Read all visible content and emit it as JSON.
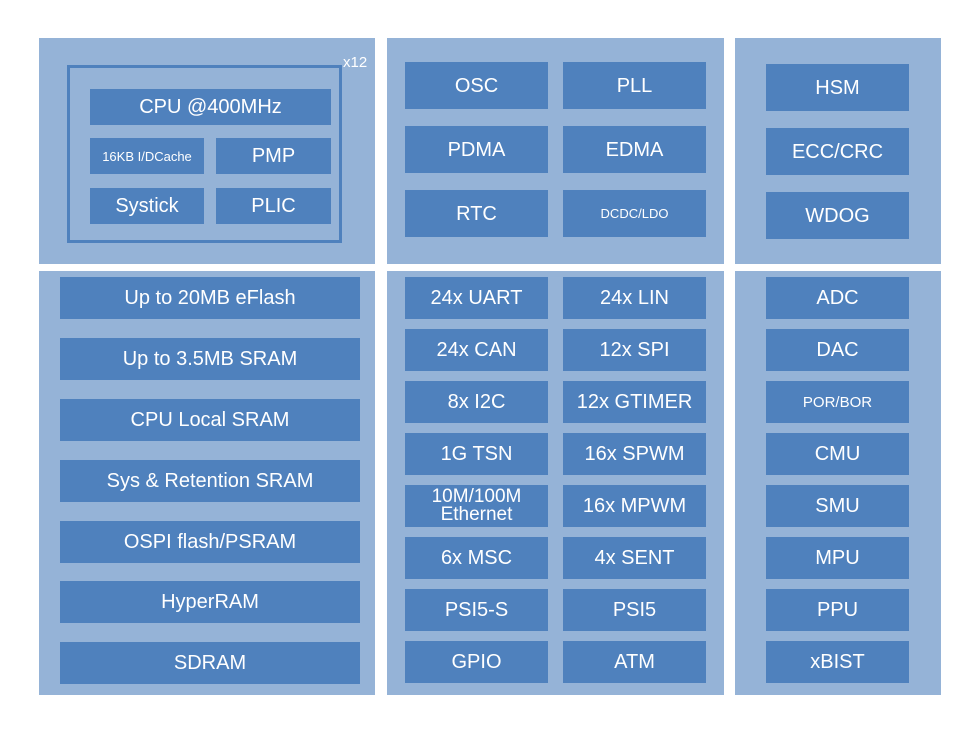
{
  "cpu_cluster": {
    "multiplier": "x12",
    "cpu": "CPU @400MHz",
    "cache": "16KB I/DCache",
    "pmp": "PMP",
    "systick": "Systick",
    "plic": "PLIC"
  },
  "clock_dma": [
    "OSC",
    "PLL",
    "PDMA",
    "EDMA",
    "RTC",
    "DCDC/LDO"
  ],
  "safety": [
    "HSM",
    "ECC/CRC",
    "WDOG"
  ],
  "memory": [
    "Up to 20MB eFlash",
    "Up to 3.5MB SRAM",
    "CPU Local SRAM",
    "Sys & Retention SRAM",
    "OSPI flash/PSRAM",
    "HyperRAM",
    "SDRAM"
  ],
  "peripherals": [
    "24x UART",
    "24x LIN",
    "24x CAN",
    "12x SPI",
    "8x I2C",
    "12x GTIMER",
    "1G TSN",
    "16x SPWM",
    "10M/100M\nEthernet",
    "16x MPWM",
    "6x MSC",
    "4x SENT",
    "PSI5-S",
    "PSI5",
    "GPIO",
    "ATM"
  ],
  "analog_system": [
    "ADC",
    "DAC",
    "POR/BOR",
    "CMU",
    "SMU",
    "MPU",
    "PPU",
    "xBIST"
  ]
}
